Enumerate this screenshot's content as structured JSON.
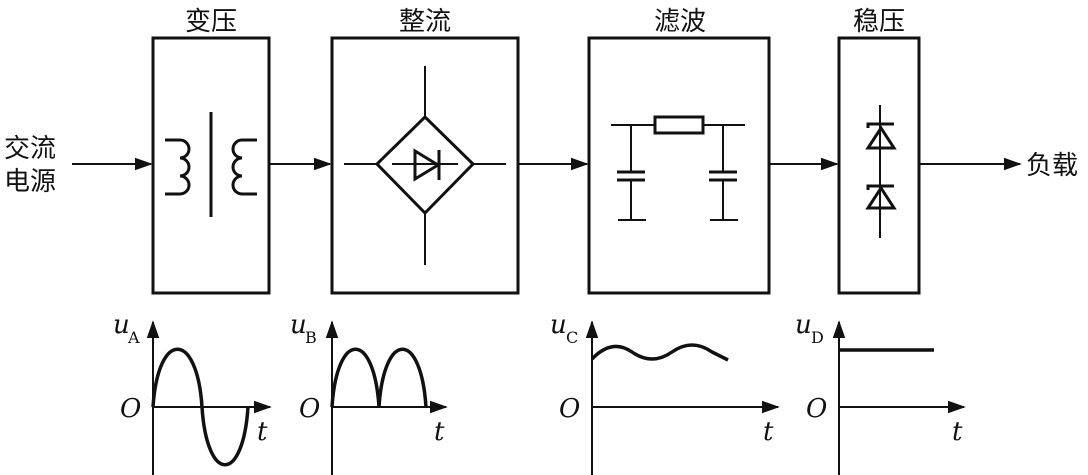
{
  "input_label": {
    "line1": "交流",
    "line2": "电源"
  },
  "output_label": "负载",
  "stages": [
    {
      "title": "变压",
      "wave_var": "u",
      "wave_sub": "A",
      "origin": "O",
      "time": "t"
    },
    {
      "title": "整流",
      "wave_var": "u",
      "wave_sub": "B",
      "origin": "O",
      "time": "t"
    },
    {
      "title": "滤波",
      "wave_var": "u",
      "wave_sub": "C",
      "origin": "O",
      "time": "t"
    },
    {
      "title": "稳压",
      "wave_var": "u",
      "wave_sub": "D",
      "origin": "O",
      "time": "t"
    }
  ]
}
